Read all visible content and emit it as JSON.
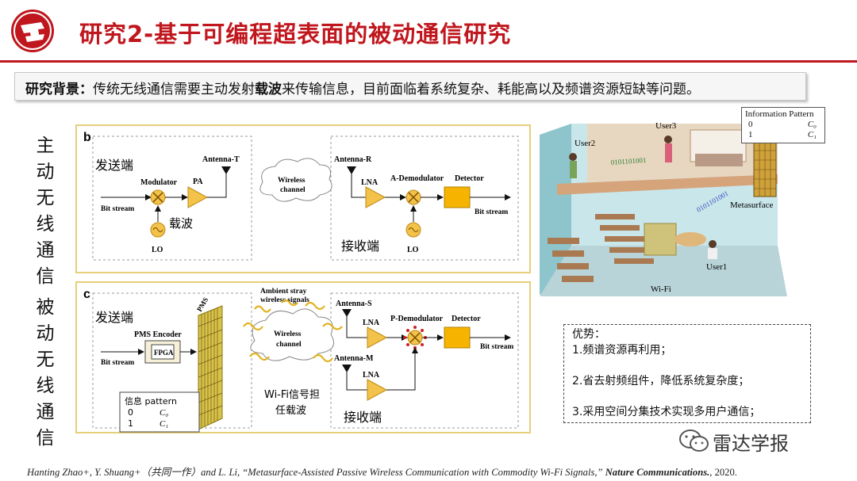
{
  "header": {
    "title": "研究2-基于可编程超表面的被动通信研究",
    "colors": {
      "accent": "#c0161d"
    }
  },
  "background": {
    "label": "研究背景：",
    "text_a": "传统无线通信需要主动发射",
    "text_bold": "载波",
    "text_b": "来传输信息，目前面临着系统复杂、耗能高以及频谱资源短缺等问题。"
  },
  "left_labels": {
    "active": [
      "主",
      "动",
      "无",
      "线",
      "通",
      "信"
    ],
    "passive": [
      "被",
      "动",
      "无",
      "线",
      "通",
      "信"
    ]
  },
  "panel_b": {
    "letter": "b",
    "tx_label": "发送端",
    "modulator": "Modulator",
    "pa": "PA",
    "antenna_t": "Antenna-T",
    "bit_stream_in": "Bit stream",
    "carrier": "载波",
    "lo_tx": "LO",
    "channel_line1": "Wireless",
    "channel_line2": "channel",
    "antenna_r": "Antenna-R",
    "lna": "LNA",
    "demod": "A-Demodulator",
    "detector": "Detector",
    "bit_stream_out": "Bit stream",
    "rx_label": "接收端",
    "lo_rx": "LO"
  },
  "panel_c": {
    "letter": "c",
    "tx_label": "发送端",
    "pms_encoder": "PMS Encoder",
    "fpga": "FPGA",
    "pms": "PMS",
    "bit_stream_in": "Bit stream",
    "ambient_line1": "Ambient stray",
    "ambient_line2": "wireless signals",
    "channel_line1": "Wireless",
    "channel_line2": "channel",
    "wifi_carrier_1": "Wi-Fi信号担",
    "wifi_carrier_2": "任载波",
    "antenna_s": "Antenna-S",
    "antenna_m": "Antenna-M",
    "lna_s": "LNA",
    "lna_m": "LNA",
    "demod": "P-Demodulator",
    "detector": "Detector",
    "bit_stream_out": "Bit stream",
    "rx_label": "接收端",
    "table_header": "信息  pattern",
    "table_row1_a": "0",
    "table_row1_b": "C₀",
    "table_row2_a": "1",
    "table_row2_b": "C₁"
  },
  "scene": {
    "info_header": "Information  Pattern",
    "row1_a": "0",
    "row1_b": "C₀",
    "row2_a": "1",
    "row2_b": "C₁",
    "user1": "User1",
    "user2": "User2",
    "user3": "User3",
    "metasurface": "Metasurface",
    "wifi": "Wi-Fi",
    "stream": "0101101001"
  },
  "advantages": {
    "title": "优势：",
    "items": [
      "1.频谱资源再利用；",
      "2.省去射频组件，降低系统复杂度；",
      "3.采用空间分集技术实现多用户通信；"
    ]
  },
  "citation": {
    "text": "Hanting Zhao+, Y. Shuang+（共同一作）and L. Li, “Metasurface-Assisted Passive Wireless Communication with Commodity Wi-Fi Signals,” ",
    "journal": "Nature Communications.",
    "year": ", 2020."
  },
  "brand": {
    "name": "雷达学报"
  }
}
